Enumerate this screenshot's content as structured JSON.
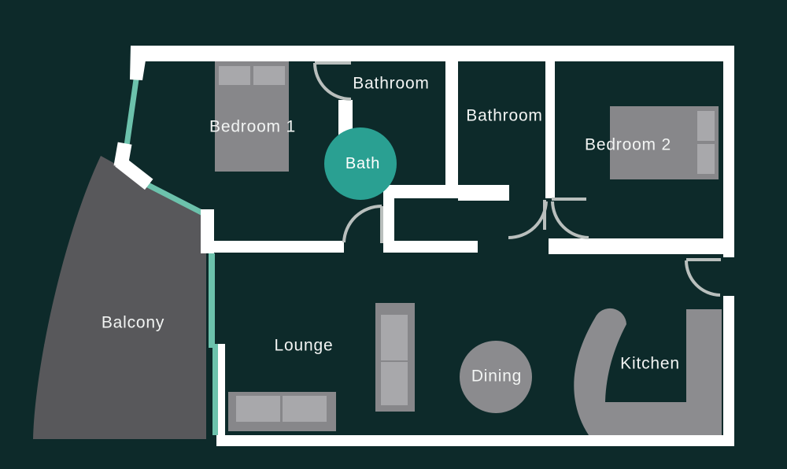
{
  "rooms": [
    {
      "id": "bedroom-1",
      "label": "Bedroom 1"
    },
    {
      "id": "bathroom-1",
      "label": "Bathroom"
    },
    {
      "id": "bathroom-2",
      "label": "Bathroom"
    },
    {
      "id": "bedroom-2",
      "label": "Bedroom 2"
    },
    {
      "id": "bath",
      "label": "Bath"
    },
    {
      "id": "balcony",
      "label": "Balcony"
    },
    {
      "id": "lounge",
      "label": "Lounge"
    },
    {
      "id": "dining",
      "label": "Dining"
    },
    {
      "id": "kitchen",
      "label": "Kitchen"
    }
  ],
  "colors": {
    "background": "#0d2a2a",
    "wall": "#ffffff",
    "accent_teal": "#2aa092",
    "window_teal": "#6cc2ac",
    "balcony": "#58585b",
    "furniture": "#87878a",
    "furniture_light": "#a8a8ab",
    "dining_table": "#8b8b8e",
    "kitchen_counter": "#8c8c8f",
    "door_stroke": "#b9bfbd",
    "label_text": "#f2f4f3"
  }
}
